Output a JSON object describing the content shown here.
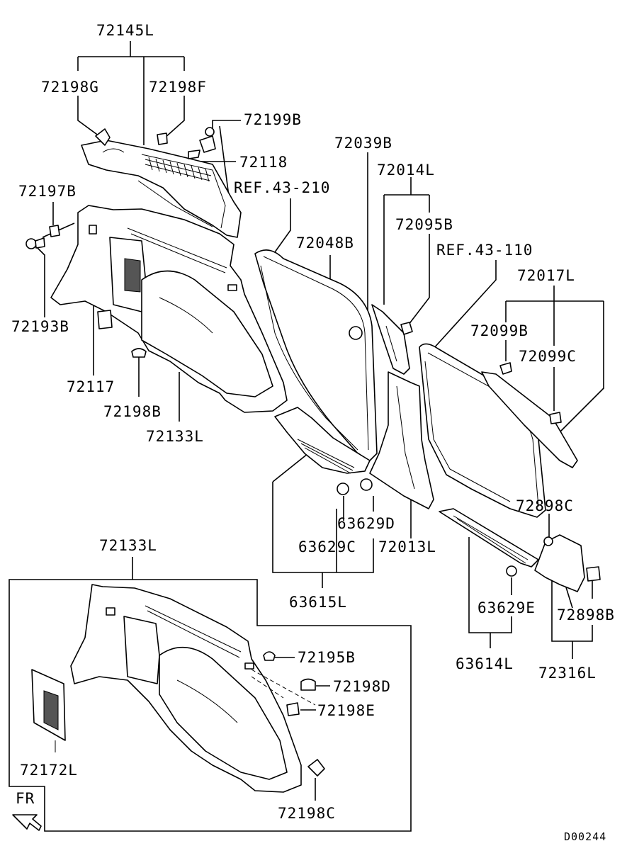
{
  "labels": {
    "l72145L": "72145L",
    "l72198G": "72198G",
    "l72198F": "72198F",
    "l72199B": "72199B",
    "l72118": "72118",
    "l72039B": "72039B",
    "l72014L": "72014L",
    "lref43210": "REF.43-210",
    "l72197B": "72197B",
    "l72048B": "72048B",
    "l72095B": "72095B",
    "lref43110": "REF.43-110",
    "l72017L": "72017L",
    "l72193B": "72193B",
    "l72099B": "72099B",
    "l72099C": "72099C",
    "l72117": "72117",
    "l72198B": "72198B",
    "l72133L_top": "72133L",
    "l72898C": "72898C",
    "l63629D": "63629D",
    "l63629C": "63629C",
    "l72013L": "72013L",
    "l72133L_inset": "72133L",
    "l63615L": "63615L",
    "l63629E": "63629E",
    "l72898B": "72898B",
    "l72195B": "72195B",
    "l63614L": "63614L",
    "l72316L": "72316L",
    "l72198D": "72198D",
    "l72198E": "72198E",
    "l72172L": "72172L",
    "l72198C": "72198C",
    "fr": "FR",
    "code": "D00244"
  }
}
